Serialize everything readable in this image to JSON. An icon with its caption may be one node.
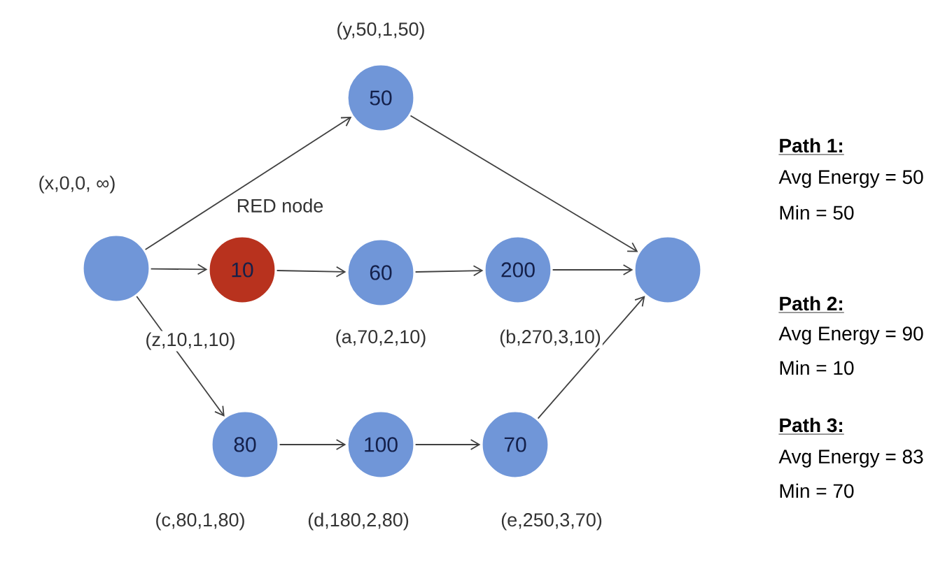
{
  "diagram": {
    "nodes": [
      {
        "text": [],
        "shape": "circle",
        "beside": [
          "(x,0,0, ∞)"
        ]
      },
      {
        "text": [
          "50"
        ],
        "beside": [
          "(y,50,1,50)"
        ]
      },
      {
        "text": [
          "10"
        ],
        "beside": [
          "RED node",
          "(z,10,1,10)"
        ]
      },
      {
        "text": [
          "60"
        ],
        "beside": [
          "(a,70,2,10)"
        ]
      },
      {
        "text": [
          "200"
        ],
        "beside": [
          "(b,270,3,10)"
        ]
      },
      {
        "text": [],
        "shape": "circle"
      },
      {
        "text": [
          "80"
        ],
        "beside": [
          "(c,80,1,80)"
        ]
      },
      {
        "text": [
          "100"
        ],
        "beside": [
          "(d,180,2,80)"
        ]
      },
      {
        "text": [
          "70"
        ],
        "beside": [
          "(e,250,3,70)"
        ]
      }
    ],
    "edges": [
      {
        "from": 0,
        "to": 1,
        "arrow": "to"
      },
      {
        "from": 0,
        "to": 2,
        "arrow": "to"
      },
      {
        "from": 0,
        "to": 6,
        "arrow": "to"
      },
      {
        "from": 1,
        "to": 5,
        "arrow": "to"
      },
      {
        "from": 2,
        "to": 3,
        "arrow": "to"
      },
      {
        "from": 3,
        "to": 4,
        "arrow": "to"
      },
      {
        "from": 4,
        "to": 5,
        "arrow": "to"
      },
      {
        "from": 6,
        "to": 7,
        "arrow": "to"
      },
      {
        "from": 7,
        "to": 8,
        "arrow": "to"
      },
      {
        "from": 8,
        "to": 5,
        "arrow": "to"
      }
    ],
    "labels": [
      "Path 1:",
      "Avg Energy = 50",
      "Min = 50",
      "Path 2:",
      "Avg Energy = 90",
      "Min = 10",
      "Path 3:",
      "Avg Energy = 83",
      "Min = 70"
    ]
  }
}
